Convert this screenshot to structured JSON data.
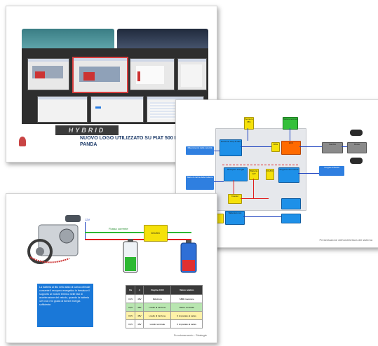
{
  "slide1": {
    "brand_text": "HYBRID",
    "title": "NUOVO LOGO UTILIZZATO SU FIAT 500 E PANDA"
  },
  "slide2": {
    "caption": "Presentazione dell'Architettura del sistema",
    "box_labels": {
      "stop_start": "Funzione stop & start",
      "regen": "Recupero energia",
      "boost": "Supporto del motore",
      "sensor": "Sensore IBS",
      "bsg": "BSG",
      "ecu": "ECU",
      "battery12": "Batteria 12V",
      "battery_li": "Batteria Li-ion",
      "dcdc": "DC/DC",
      "inverter": "Inverter",
      "gear": "Cambio",
      "wheel": "Ruote",
      "green": "Motore termico"
    },
    "side_labels": [
      "Rilevamento della velocità",
      "Stato di carica delle batterie",
      "Coppia richiesta"
    ]
  },
  "slide3": {
    "caption": "Funzionamento - Strategie",
    "top_label": "12V",
    "flow_label": "Flusso corrente",
    "dcdc_label": "DC/DC",
    "textbox": "La batteria al litio nello stato di carica ottimale consente il recupero energetico in frenata e il supporto al motore termico nelle fasi di accelerazione del veicolo, quando la batteria 12V non è in grado di fornire energia sufficiente.",
    "table": {
      "headers": [
        "Da",
        "A",
        "Regime CAN",
        "Valore relativo"
      ],
      "rows": [
        [
          "0,0V",
          "48V",
          "Riduzione",
          "SBM inversione"
        ],
        [
          "0,0V",
          "48V",
          "Livello di funzione",
          "Valore nominale"
        ],
        [
          "0,0V",
          "48V",
          "Livello di funzione",
          "0 impostato al valore"
        ],
        [
          "0,0V",
          "48V",
          "Livello nominale",
          "0 impostato al valore"
        ]
      ]
    }
  }
}
